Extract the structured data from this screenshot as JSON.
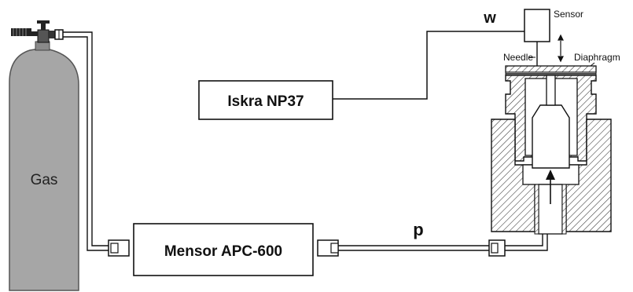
{
  "labels": {
    "gas": "Gas",
    "mensor": "Mensor APC-600",
    "iskra": "Iskra NP37",
    "p": "p",
    "w": "w",
    "sensor": "Sensor",
    "needle": "Needle",
    "diaphragm": "Diaphragm"
  },
  "colors": {
    "cylinder": "#a6a6a6",
    "hatch": "#333333",
    "line": "#111111"
  }
}
